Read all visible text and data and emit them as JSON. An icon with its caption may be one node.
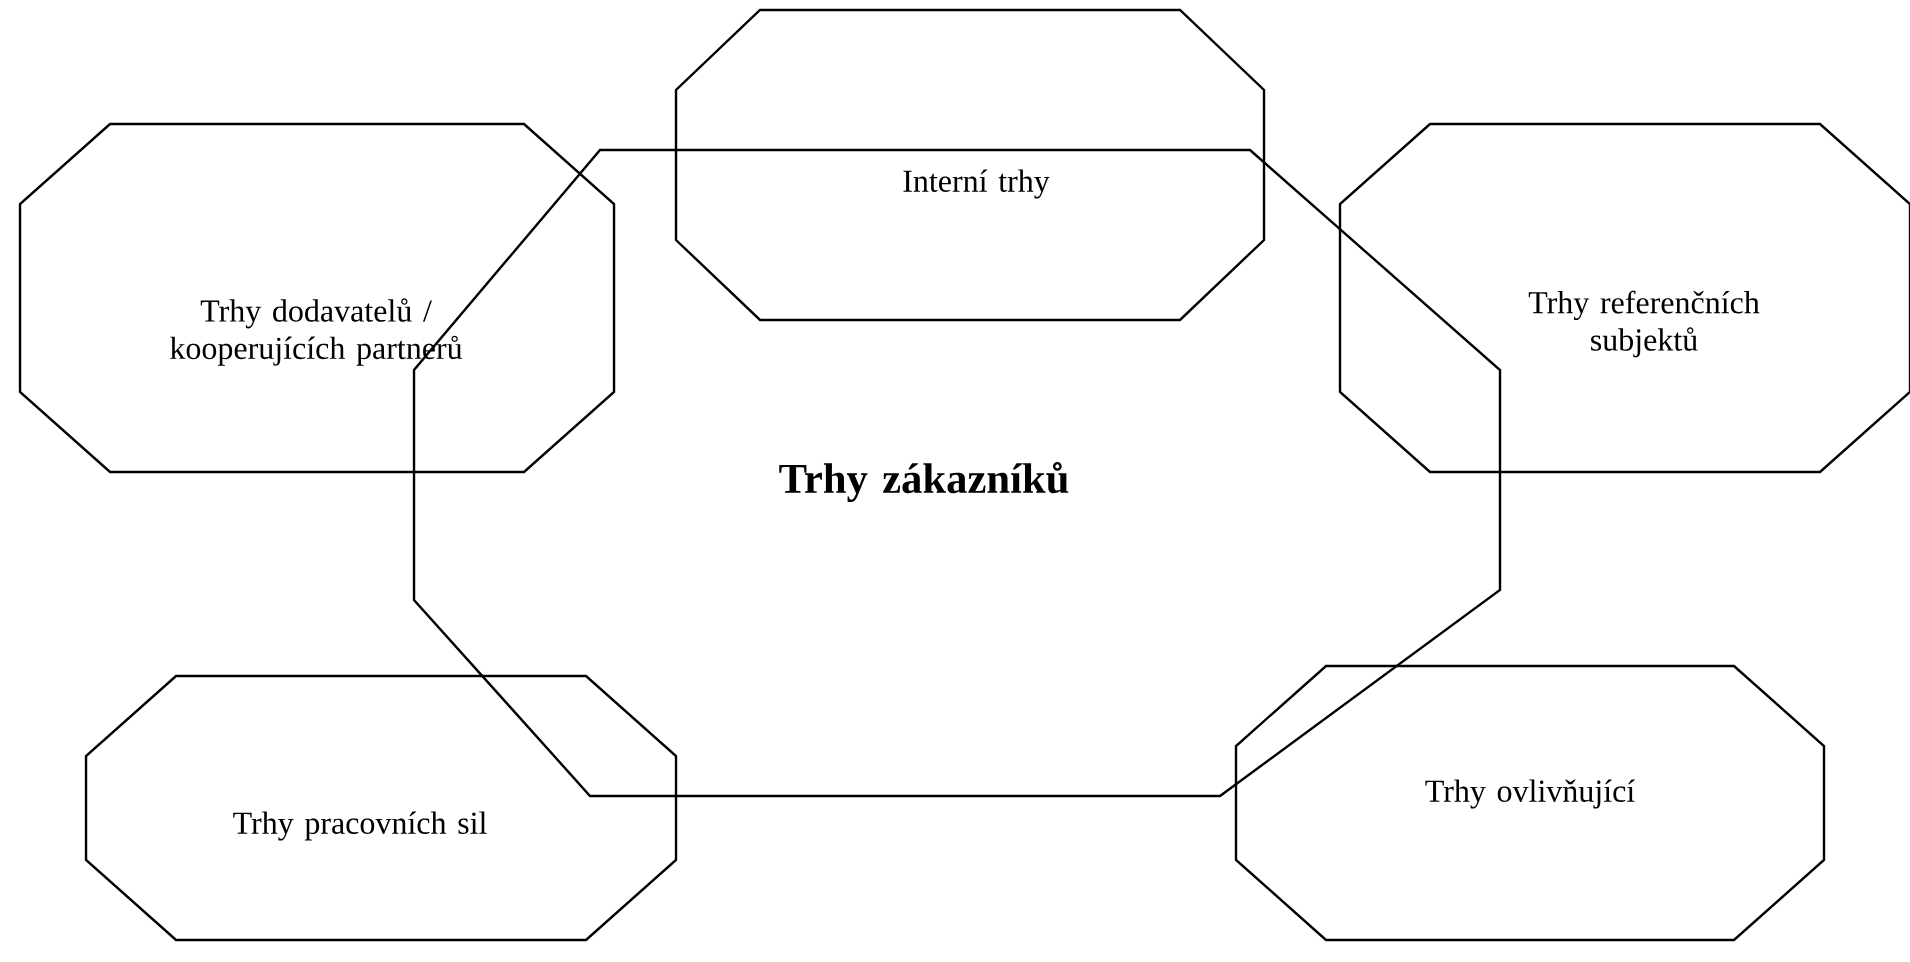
{
  "diagram": {
    "nodes": [
      {
        "text": [
          "Trhy zákazníků"
        ]
      },
      {
        "text": [
          "Interní trhy"
        ]
      },
      {
        "text": [
          "Trhy dodavatelů / kooperujících partnerů"
        ]
      },
      {
        "text": [
          "Trhy referenčních subjektů"
        ]
      },
      {
        "text": [
          "Trhy pracovních sil"
        ]
      },
      {
        "text": [
          "Trhy ovlivňující"
        ]
      }
    ]
  }
}
